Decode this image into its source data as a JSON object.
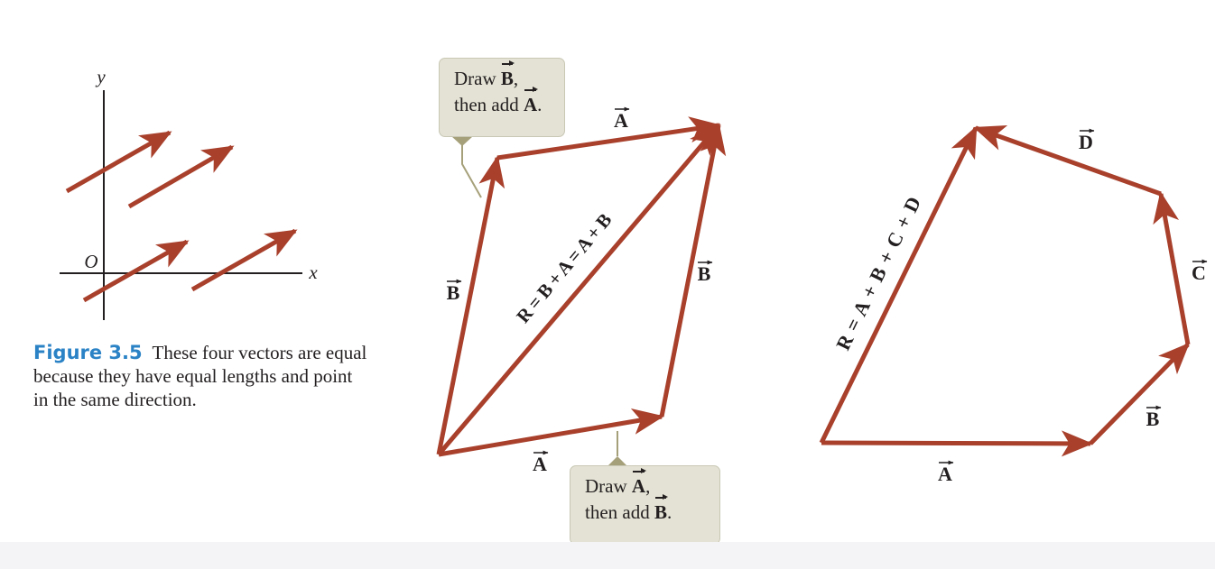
{
  "figure": {
    "label": "Figure 3.5",
    "caption": "These four vectors are equal because they have equal lengths and point in the same direction."
  },
  "axes": {
    "y_label": "y",
    "x_label": "x",
    "origin_label": "O"
  },
  "callout_1": {
    "line1_prefix": "Draw ",
    "line1_vec": "B",
    "line1_suffix": ",",
    "line2_prefix": "then add ",
    "line2_vec": "A",
    "line2_suffix": "."
  },
  "callout_2": {
    "line1_prefix": "Draw ",
    "line1_vec": "A",
    "line1_suffix": ",",
    "line2_prefix": "then add ",
    "line2_vec": "B",
    "line2_suffix": "."
  },
  "parallelogram_labels": {
    "A_top": "A",
    "A_bottom": "A",
    "B_left": "B",
    "B_right": "B",
    "diagonal": "R = B + A = A + B"
  },
  "polygon_labels": {
    "A": "A",
    "B": "B",
    "C": "C",
    "D": "D",
    "resultant": "R = A + B + C + D"
  },
  "colors": {
    "vector": "#a8402c",
    "axis": "#231f20",
    "text": "#231f20",
    "callout_bg": "#e3e2d4",
    "callout_pointer": "#a6a07a",
    "figure_label": "#2b83c6"
  }
}
